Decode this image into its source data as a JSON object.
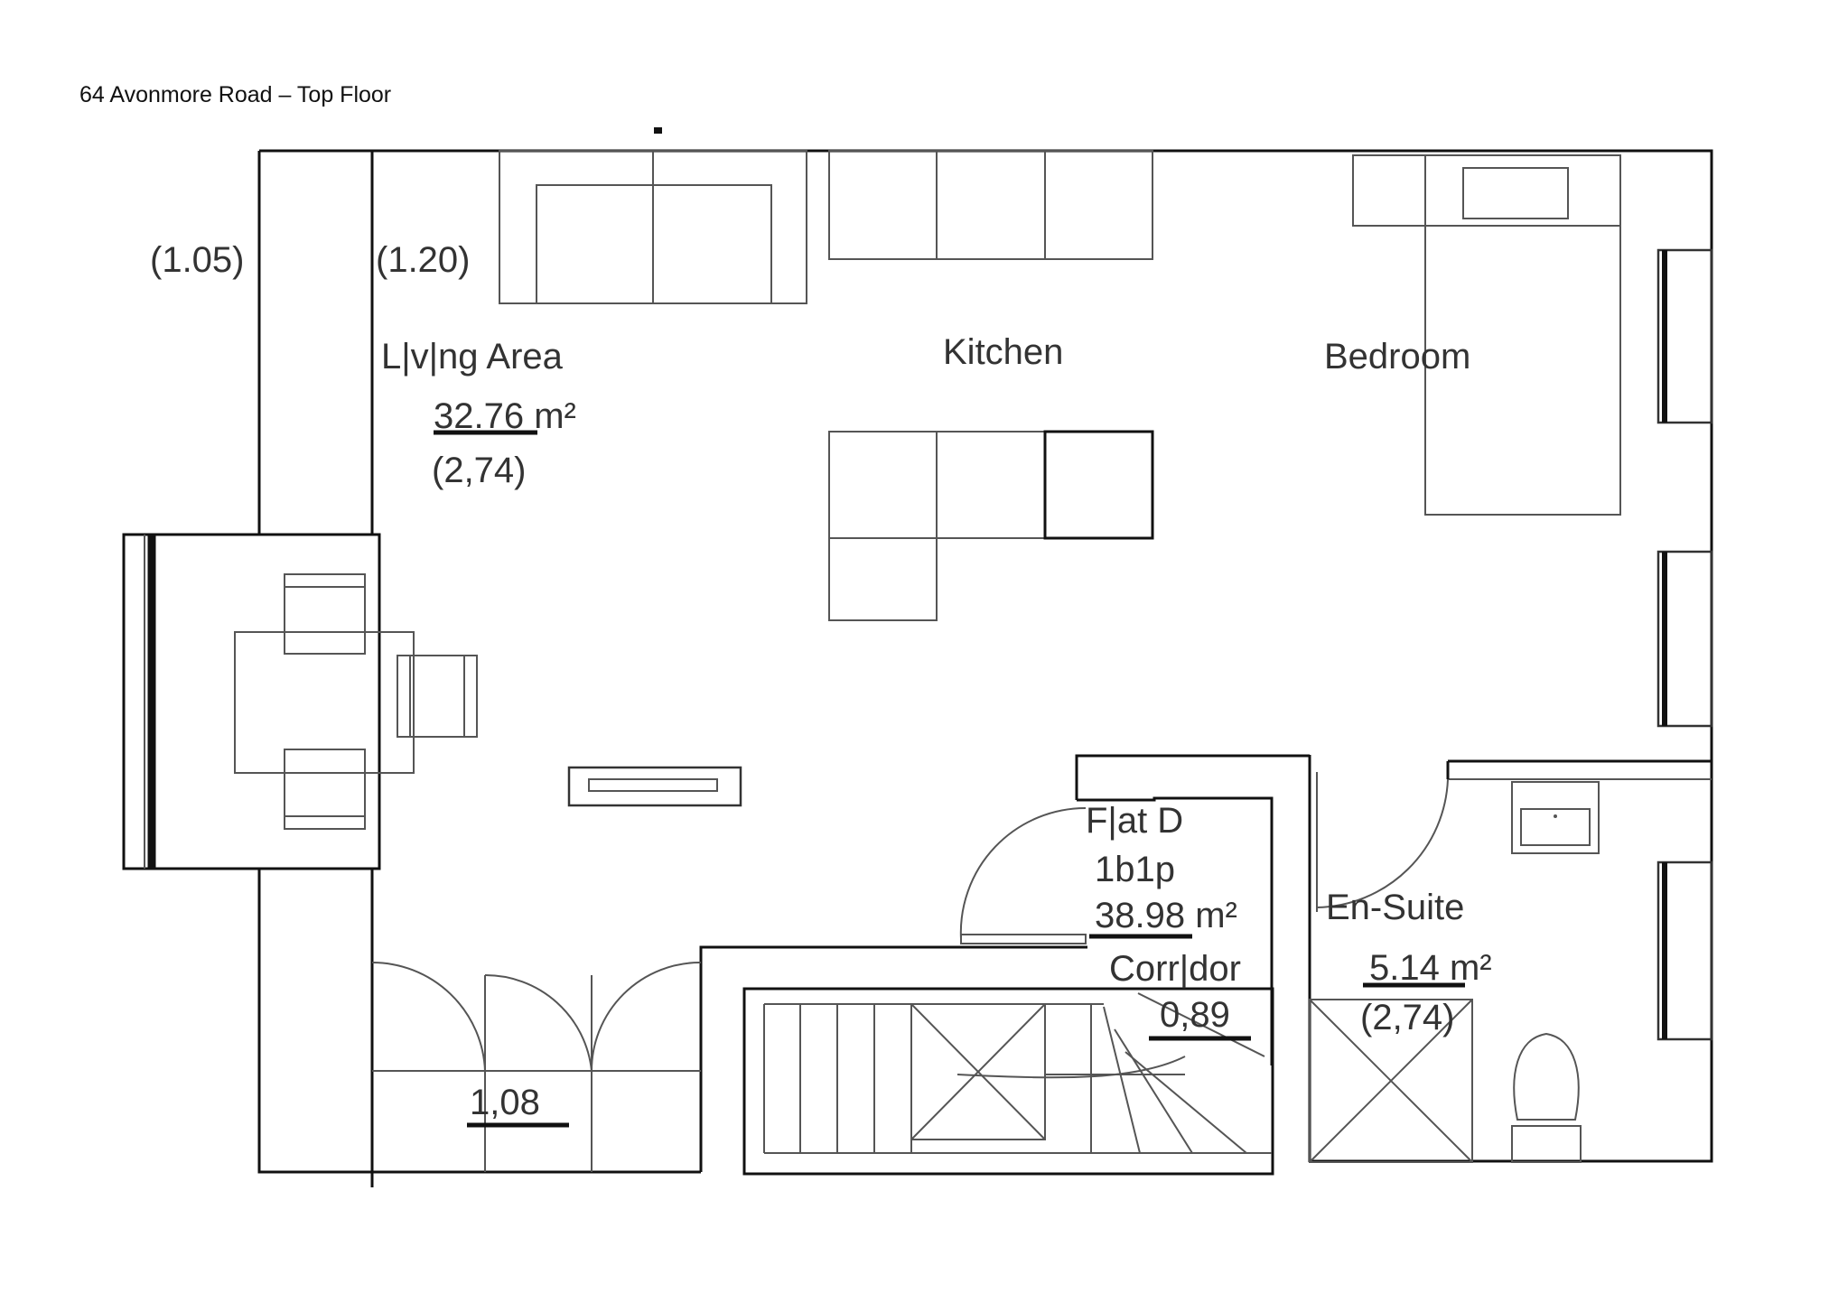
{
  "title": "64 Avonmore Road – Top Floor",
  "dims": {
    "d1": "(1.05)",
    "d2": "(1.20)"
  },
  "living": {
    "name": "L|v|ng Area",
    "area": "32.76",
    "unit": "m²",
    "height": "(2,74)"
  },
  "kitchen": {
    "name": "Kitchen"
  },
  "bedroom": {
    "name": "Bedroom"
  },
  "flat": {
    "name": "F|at D",
    "type": "1b1p",
    "area": "38.98",
    "unit": "m²"
  },
  "corridor": {
    "name": "Corr|dor",
    "area": "0,89"
  },
  "ensuite": {
    "name": "En-Suite",
    "area": "5.14",
    "unit": "m²",
    "height": "(2,74)"
  },
  "store": {
    "area": "1,08"
  }
}
